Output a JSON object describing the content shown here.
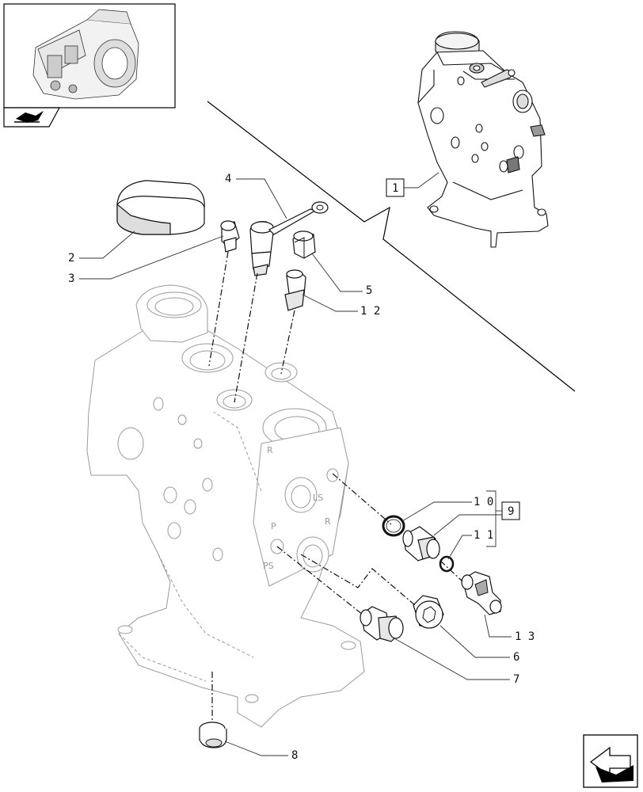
{
  "callouts": [
    {
      "id": "1",
      "text": "1"
    },
    {
      "id": "2",
      "text": "2"
    },
    {
      "id": "3",
      "text": "3"
    },
    {
      "id": "4",
      "text": "4"
    },
    {
      "id": "5",
      "text": "5"
    },
    {
      "id": "6",
      "text": "6"
    },
    {
      "id": "7",
      "text": "7"
    },
    {
      "id": "8",
      "text": "8"
    },
    {
      "id": "9",
      "text": "9"
    },
    {
      "id": "10",
      "text": "1 0"
    },
    {
      "id": "11",
      "text": "1 1"
    },
    {
      "id": "12",
      "text": "1 2"
    },
    {
      "id": "13",
      "text": "1 3"
    }
  ],
  "port_labels": {
    "ls": "LS",
    "p": "P",
    "r": "R",
    "ps": "PS",
    "r_top": "R"
  },
  "icons": {
    "thumbnail": "gearbox-thumbnail-icon",
    "tab": "book-arrow-icon",
    "nav": "next-page-arrow-icon"
  }
}
